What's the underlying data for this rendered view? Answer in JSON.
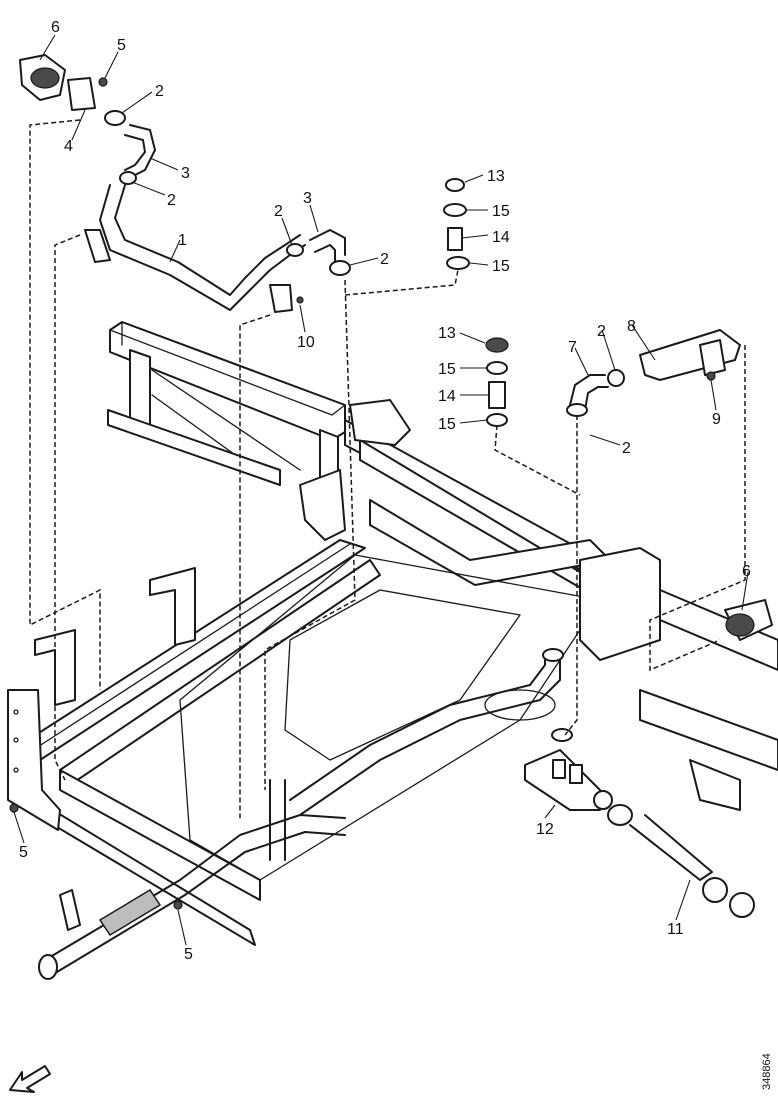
{
  "diagram": {
    "callouts": [
      "6",
      "5",
      "2",
      "4",
      "3",
      "2",
      "1",
      "2",
      "3",
      "2",
      "10",
      "13",
      "15",
      "14",
      "15",
      "13",
      "15",
      "14",
      "15",
      "7",
      "2",
      "8",
      "9",
      "2",
      "6",
      "5",
      "5",
      "12",
      "11"
    ],
    "reference_number": "348864",
    "orientation_arrow": "front-arrow-icon"
  }
}
